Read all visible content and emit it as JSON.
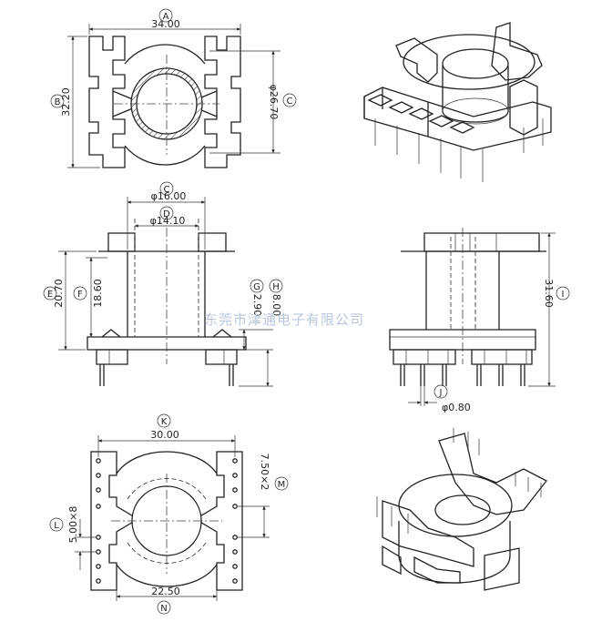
{
  "watermark": "东莞市津通电子有限公司",
  "top_view": {
    "a_letter": "A",
    "a_value": "34.00",
    "b_letter": "B",
    "b_value": "32.20",
    "c_letter": "C",
    "c_value": "φ26.70"
  },
  "front_view": {
    "c_letter": "C",
    "c_value": "φ16.00",
    "d_letter": "D",
    "d_value": "φ14.10",
    "e_letter": "E",
    "e_value": "20.70",
    "f_letter": "F",
    "f_value": "18.60",
    "g_letter": "G",
    "g_value": "2.90",
    "h_letter": "H",
    "h_value": "8.00"
  },
  "side_view": {
    "i_letter": "I",
    "i_value": "31.60",
    "j_letter": "J",
    "j_value": "φ0.80"
  },
  "bottom_view": {
    "k_letter": "K",
    "k_value": "30.00",
    "l_letter": "L",
    "l_value": "5.00×8",
    "m_letter": "M",
    "m_value": "7.50×2",
    "n_letter": "N",
    "n_value": "22.50"
  }
}
